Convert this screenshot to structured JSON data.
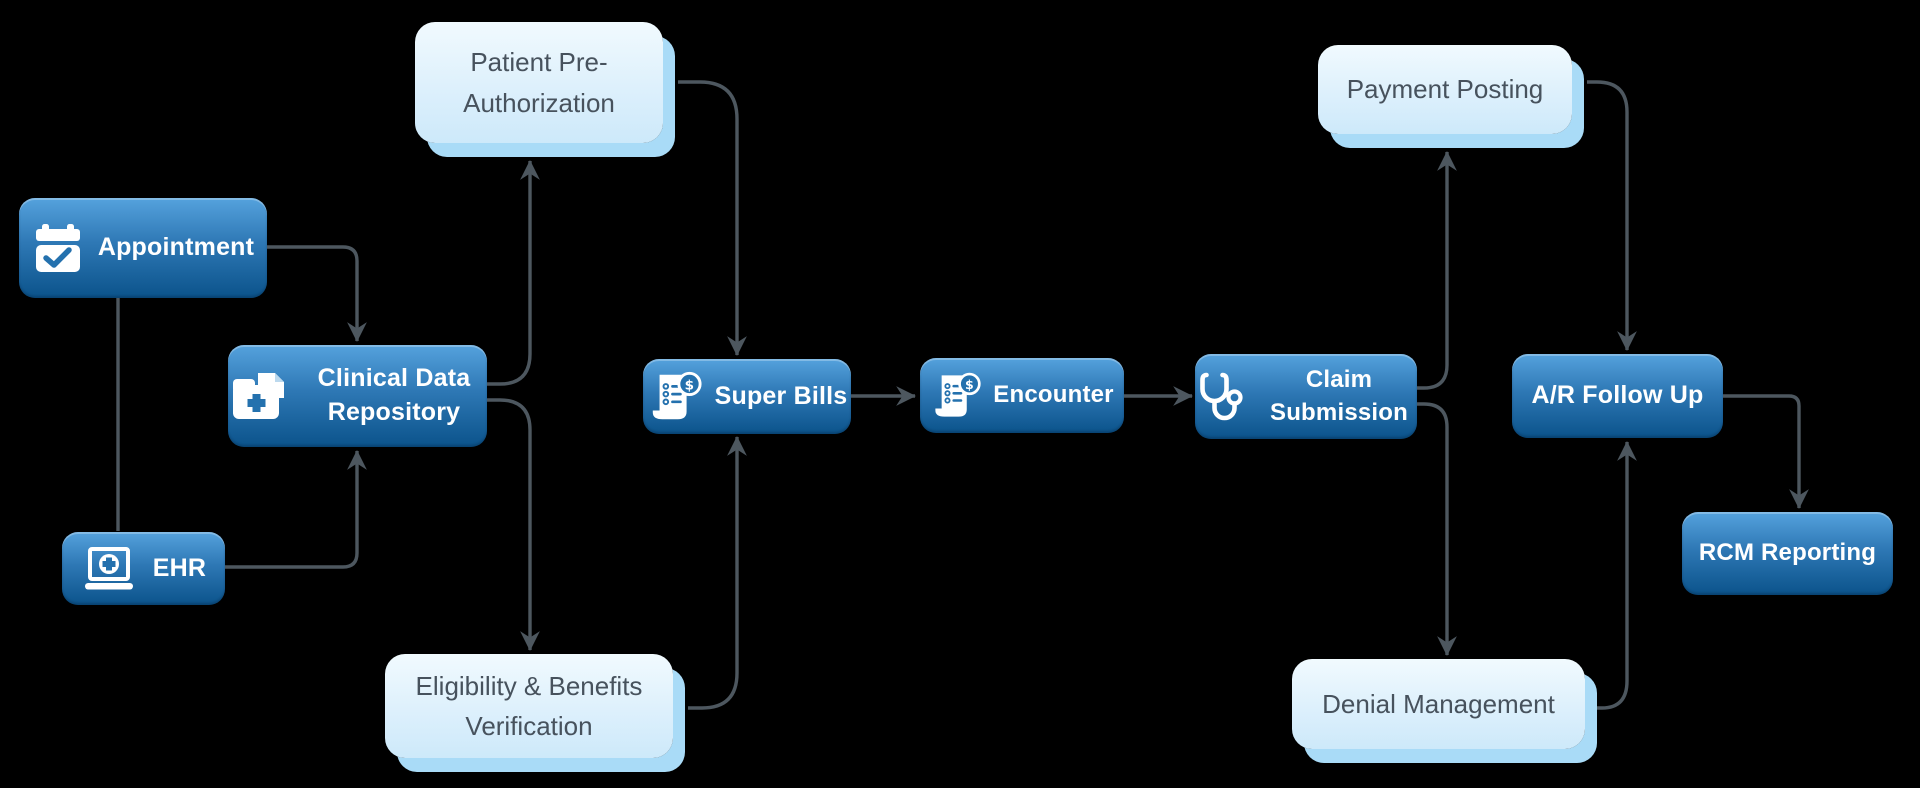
{
  "diagram": {
    "background": "#000000",
    "nodes": {
      "appointment": {
        "label": "Appointment",
        "icon": "calendar-check-icon",
        "style": "solid-blue"
      },
      "ehr": {
        "label": "EHR",
        "icon": "laptop-medical-icon",
        "style": "solid-blue"
      },
      "clinical_data_repository": {
        "label": "Clinical Data Repository",
        "icon": "medical-folder-icon",
        "style": "solid-blue"
      },
      "patient_pre_authorization": {
        "label": "Patient Pre-Authorization",
        "style": "light-blue"
      },
      "eligibility_benefits_verification": {
        "label": "Eligibility & Benefits Verification",
        "style": "light-blue"
      },
      "super_bills": {
        "label": "Super Bills",
        "icon": "billing-receipt-icon",
        "style": "solid-blue"
      },
      "encounter": {
        "label": "Encounter",
        "icon": "billing-receipt-icon",
        "style": "solid-blue"
      },
      "claim_submission": {
        "label": "Claim Submission",
        "icon": "stethoscope-icon",
        "style": "solid-blue"
      },
      "payment_posting": {
        "label": "Payment Posting",
        "style": "light-blue"
      },
      "denial_management": {
        "label": "Denial Management",
        "style": "light-blue"
      },
      "ar_follow_up": {
        "label": "A/R Follow Up",
        "style": "solid-blue"
      },
      "rcm_reporting": {
        "label": "RCM Reporting",
        "style": "solid-blue"
      }
    },
    "icon_glyphs": {
      "dollar": "$"
    },
    "edges": [
      {
        "from": "appointment",
        "to": "clinical_data_repository",
        "arrow": true
      },
      {
        "from": "appointment",
        "to": "ehr",
        "arrow": false
      },
      {
        "from": "ehr",
        "to": "clinical_data_repository",
        "arrow": true
      },
      {
        "from": "clinical_data_repository",
        "to": "patient_pre_authorization",
        "arrow": true
      },
      {
        "from": "clinical_data_repository",
        "to": "eligibility_benefits_verification",
        "arrow": true
      },
      {
        "from": "patient_pre_authorization",
        "to": "super_bills",
        "arrow": true
      },
      {
        "from": "eligibility_benefits_verification",
        "to": "super_bills",
        "arrow": true
      },
      {
        "from": "super_bills",
        "to": "encounter",
        "arrow": true
      },
      {
        "from": "encounter",
        "to": "claim_submission",
        "arrow": true
      },
      {
        "from": "claim_submission",
        "to": "payment_posting",
        "arrow": true
      },
      {
        "from": "claim_submission",
        "to": "denial_management",
        "arrow": true
      },
      {
        "from": "payment_posting",
        "to": "ar_follow_up",
        "arrow": true
      },
      {
        "from": "denial_management",
        "to": "ar_follow_up",
        "arrow": true
      },
      {
        "from": "ar_follow_up",
        "to": "rcm_reporting",
        "arrow": true
      }
    ],
    "colors": {
      "node_gradient_top": "#55a2dd",
      "node_gradient_bottom": "#0b538b",
      "light_node_fill": "#ddf0fc",
      "light_node_shadow": "#a9dbf7",
      "light_node_text": "#47525d",
      "node_text": "#ffffff",
      "connector": "#4d575f",
      "icon_accent": "#2471ae"
    }
  }
}
